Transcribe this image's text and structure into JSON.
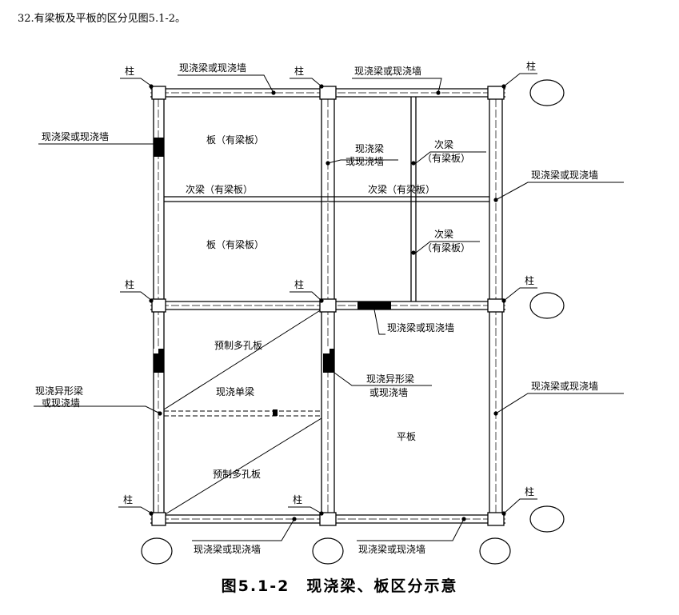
{
  "intro_text": "32.有梁板及平板的区分见图5.1-2。",
  "caption": "图5.1-2　现浇梁、板区分示意",
  "labels": {
    "column": "柱",
    "cast_beam_or_wall": "现浇梁或现浇墙",
    "cast_beam_short": "现浇梁",
    "cast_wall_short": "或现浇墙",
    "slab_with_beam": "板（有梁板）",
    "secondary_beam": "次梁（有梁板）",
    "secondary_beam_short": "次梁",
    "with_beam_slab": "（有梁板）",
    "precast_hollow_slab": "预制多孔板",
    "cast_single_beam": "现浇单梁",
    "special_beam": "现浇异形梁",
    "flat_slab": "平板"
  }
}
